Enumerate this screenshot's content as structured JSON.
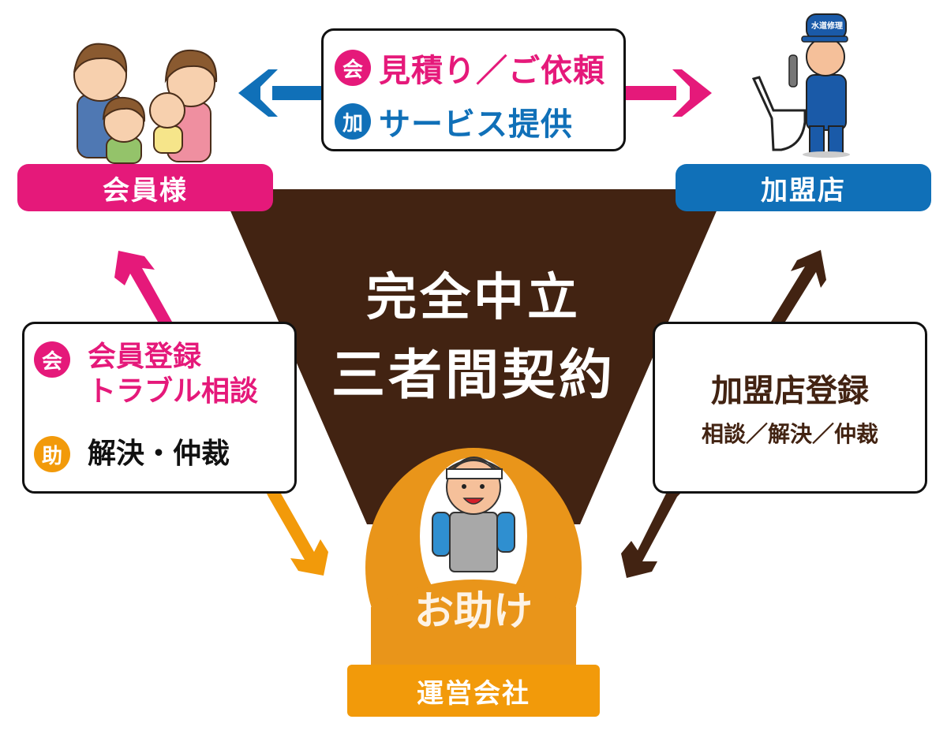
{
  "colors": {
    "member": "#e5197a",
    "franchise": "#1070b8",
    "operator": "#f29a0a",
    "operator_circle": "#e9951a",
    "trapezoid": "#422312",
    "dark_text": "#111111",
    "franchise_box_text": "#422312"
  },
  "parties": {
    "member": {
      "label": "会員様",
      "illustration": "family-illustration"
    },
    "franchise": {
      "label": "加盟店",
      "illustration": "plumber-illustration",
      "cap_text": "水道修理"
    },
    "operator": {
      "label": "運営会社",
      "circle_text": "お助け",
      "illustration": "operator-staff-illustration"
    }
  },
  "center": {
    "line1": "完全中立",
    "line2": "三者間契約"
  },
  "top_box": {
    "rows": [
      {
        "badge": "会",
        "text": "見積り／ご依頼",
        "color": "member"
      },
      {
        "badge": "加",
        "text": "サービス提供",
        "color": "franchise"
      }
    ]
  },
  "left_box": {
    "rows": [
      {
        "badge": "会",
        "lines": [
          "会員登録",
          "トラブル相談"
        ],
        "color": "member"
      },
      {
        "badge": "助",
        "lines": [
          "解決・仲裁"
        ],
        "color": "operator"
      }
    ]
  },
  "right_box": {
    "title": "加盟店登録",
    "subtitle": "相談／解決／仲裁"
  },
  "arrows": [
    {
      "name": "arrow-to-member",
      "direction": "left",
      "color": "franchise"
    },
    {
      "name": "arrow-to-franchise",
      "direction": "right",
      "color": "member"
    },
    {
      "name": "arrow-member-up",
      "direction": "up-left",
      "color": "member"
    },
    {
      "name": "arrow-to-operator-left",
      "direction": "down-right",
      "color": "operator"
    },
    {
      "name": "arrow-franchise-up",
      "direction": "up-right",
      "color": "trapezoid"
    },
    {
      "name": "arrow-to-operator-right",
      "direction": "down-left",
      "color": "trapezoid"
    }
  ]
}
